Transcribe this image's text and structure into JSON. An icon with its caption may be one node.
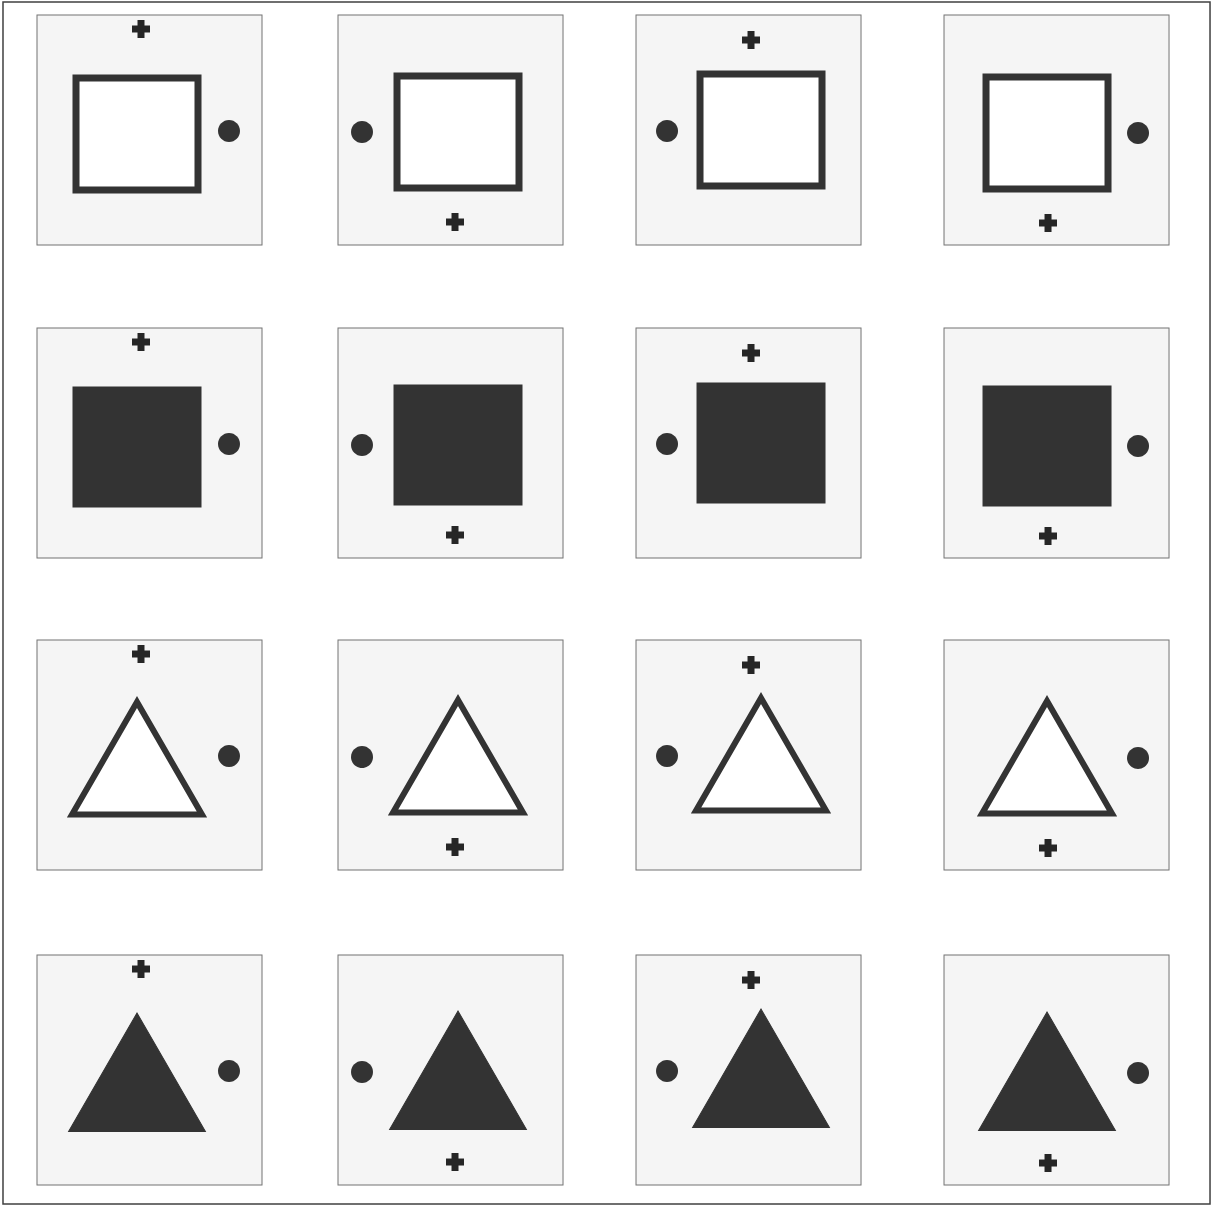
{
  "diagram": {
    "nodes": [
      {
        "text": [],
        "shape": "box"
      },
      {
        "text": [],
        "shape": "cross",
        "in": 0
      },
      {
        "text": [],
        "shape": "square",
        "in": 0
      },
      {
        "text": [],
        "shape": "circle",
        "in": 0
      },
      {
        "text": [],
        "shape": "box"
      },
      {
        "text": [],
        "shape": "circle",
        "in": 4
      },
      {
        "text": [],
        "shape": "square",
        "in": 4
      },
      {
        "text": [],
        "shape": "cross",
        "in": 4
      },
      {
        "text": [],
        "shape": "box"
      },
      {
        "text": [],
        "shape": "cross",
        "in": 8
      },
      {
        "text": [],
        "shape": "circle",
        "in": 8
      },
      {
        "text": [],
        "shape": "square",
        "in": 8
      },
      {
        "text": [],
        "shape": "box"
      },
      {
        "text": [],
        "shape": "square",
        "in": 12
      },
      {
        "text": [],
        "shape": "circle",
        "in": 12
      },
      {
        "text": [],
        "shape": "cross",
        "in": 12
      },
      {
        "text": [],
        "shape": "box"
      },
      {
        "text": [],
        "shape": "cross",
        "in": 16
      },
      {
        "text": [],
        "shape": "square",
        "in": 16
      },
      {
        "text": [],
        "shape": "circle",
        "in": 16
      },
      {
        "text": [],
        "shape": "box"
      },
      {
        "text": [],
        "shape": "circle",
        "in": 20
      },
      {
        "text": [],
        "shape": "square",
        "in": 20
      },
      {
        "text": [],
        "shape": "cross",
        "in": 20
      },
      {
        "text": [],
        "shape": "box"
      },
      {
        "text": [],
        "shape": "cross",
        "in": 24
      },
      {
        "text": [],
        "shape": "circle",
        "in": 24
      },
      {
        "text": [],
        "shape": "square",
        "in": 24
      },
      {
        "text": [],
        "shape": "box"
      },
      {
        "text": [],
        "shape": "square",
        "in": 28
      },
      {
        "text": [],
        "shape": "circle",
        "in": 28
      },
      {
        "text": [],
        "shape": "cross",
        "in": 28
      },
      {
        "text": [],
        "shape": "box"
      },
      {
        "text": [],
        "shape": "cross",
        "in": 32
      },
      {
        "text": [],
        "shape": "triangle",
        "in": 32
      },
      {
        "text": [],
        "shape": "circle",
        "in": 32
      },
      {
        "text": [],
        "shape": "box"
      },
      {
        "text": [],
        "shape": "circle",
        "in": 36
      },
      {
        "text": [],
        "shape": "triangle",
        "in": 36
      },
      {
        "text": [],
        "shape": "cross",
        "in": 36
      },
      {
        "text": [],
        "shape": "box"
      },
      {
        "text": [],
        "shape": "cross",
        "in": 40
      },
      {
        "text": [],
        "shape": "circle",
        "in": 40
      },
      {
        "text": [],
        "shape": "triangle",
        "in": 40
      },
      {
        "text": [],
        "shape": "box"
      },
      {
        "text": [],
        "shape": "triangle",
        "in": 44
      },
      {
        "text": [],
        "shape": "circle",
        "in": 44
      },
      {
        "text": [],
        "shape": "cross",
        "in": 44
      },
      {
        "text": [],
        "shape": "box"
      },
      {
        "text": [],
        "shape": "cross",
        "in": 48
      },
      {
        "text": [],
        "shape": "triangle",
        "in": 48
      },
      {
        "text": [],
        "shape": "circle",
        "in": 48
      },
      {
        "text": [],
        "shape": "box"
      },
      {
        "text": [],
        "shape": "circle",
        "in": 52
      },
      {
        "text": [],
        "shape": "triangle",
        "in": 52
      },
      {
        "text": [],
        "shape": "cross",
        "in": 52
      },
      {
        "text": [],
        "shape": "box"
      },
      {
        "text": [],
        "shape": "cross",
        "in": 56
      },
      {
        "text": [],
        "shape": "circle",
        "in": 56
      },
      {
        "text": [],
        "shape": "triangle",
        "in": 56
      },
      {
        "text": [],
        "shape": "box"
      },
      {
        "text": [],
        "shape": "triangle",
        "in": 60
      },
      {
        "text": [],
        "shape": "circle",
        "in": 60
      },
      {
        "text": [],
        "shape": "cross",
        "in": 60
      }
    ]
  }
}
